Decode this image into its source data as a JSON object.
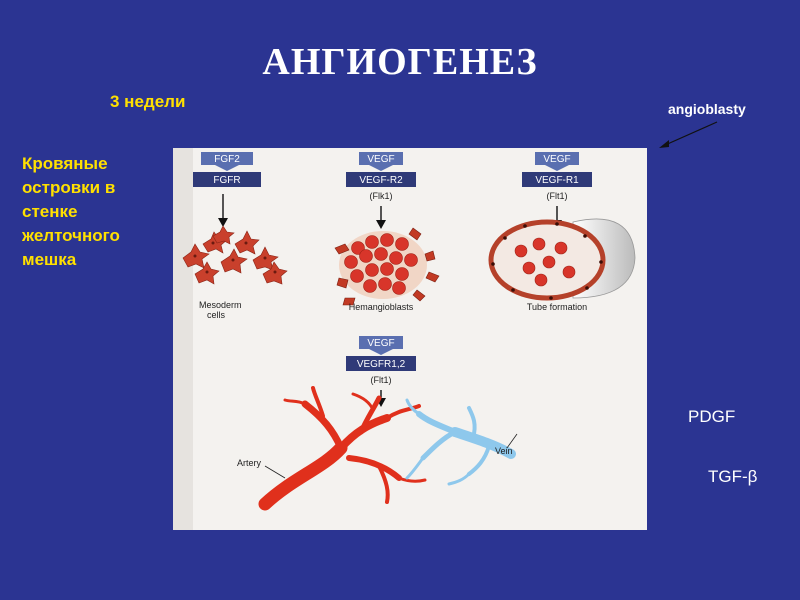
{
  "slide": {
    "title": "АНГИОГЕНЕЗ",
    "weeks": "3 недели",
    "blood_islands": "Кровяные островки в стенке желточного мешка",
    "angioblasty": "angioblasty",
    "factor_pdgf": "PDGF",
    "factor_tgf": "TGF-β"
  },
  "figure": {
    "step1": {
      "ligand": "FGF2",
      "receptor": "FGFR",
      "caption_line1": "Mesoderm",
      "caption_line2": "cells"
    },
    "step2": {
      "ligand": "VEGF",
      "receptor": "VEGF-R2",
      "receptor_alias": "(Flk1)",
      "caption": "Hemangioblasts"
    },
    "step3": {
      "ligand": "VEGF",
      "receptor": "VEGF-R1",
      "receptor_alias": "(Flt1)",
      "caption": "Tube formation"
    },
    "step4": {
      "ligand": "VEGF",
      "receptor": "VEGFR1,2",
      "receptor_alias": "(Flt1)"
    },
    "artery_label": "Artery",
    "vein_label": "Vein"
  },
  "colors": {
    "background": "#2b3492",
    "highlight": "#ffe000",
    "ligand_box": "#5a6fb0",
    "receptor_box": "#2f3a78",
    "artery": "#e0301c",
    "vein": "#8ec8ec",
    "cell": "#d8352a"
  }
}
